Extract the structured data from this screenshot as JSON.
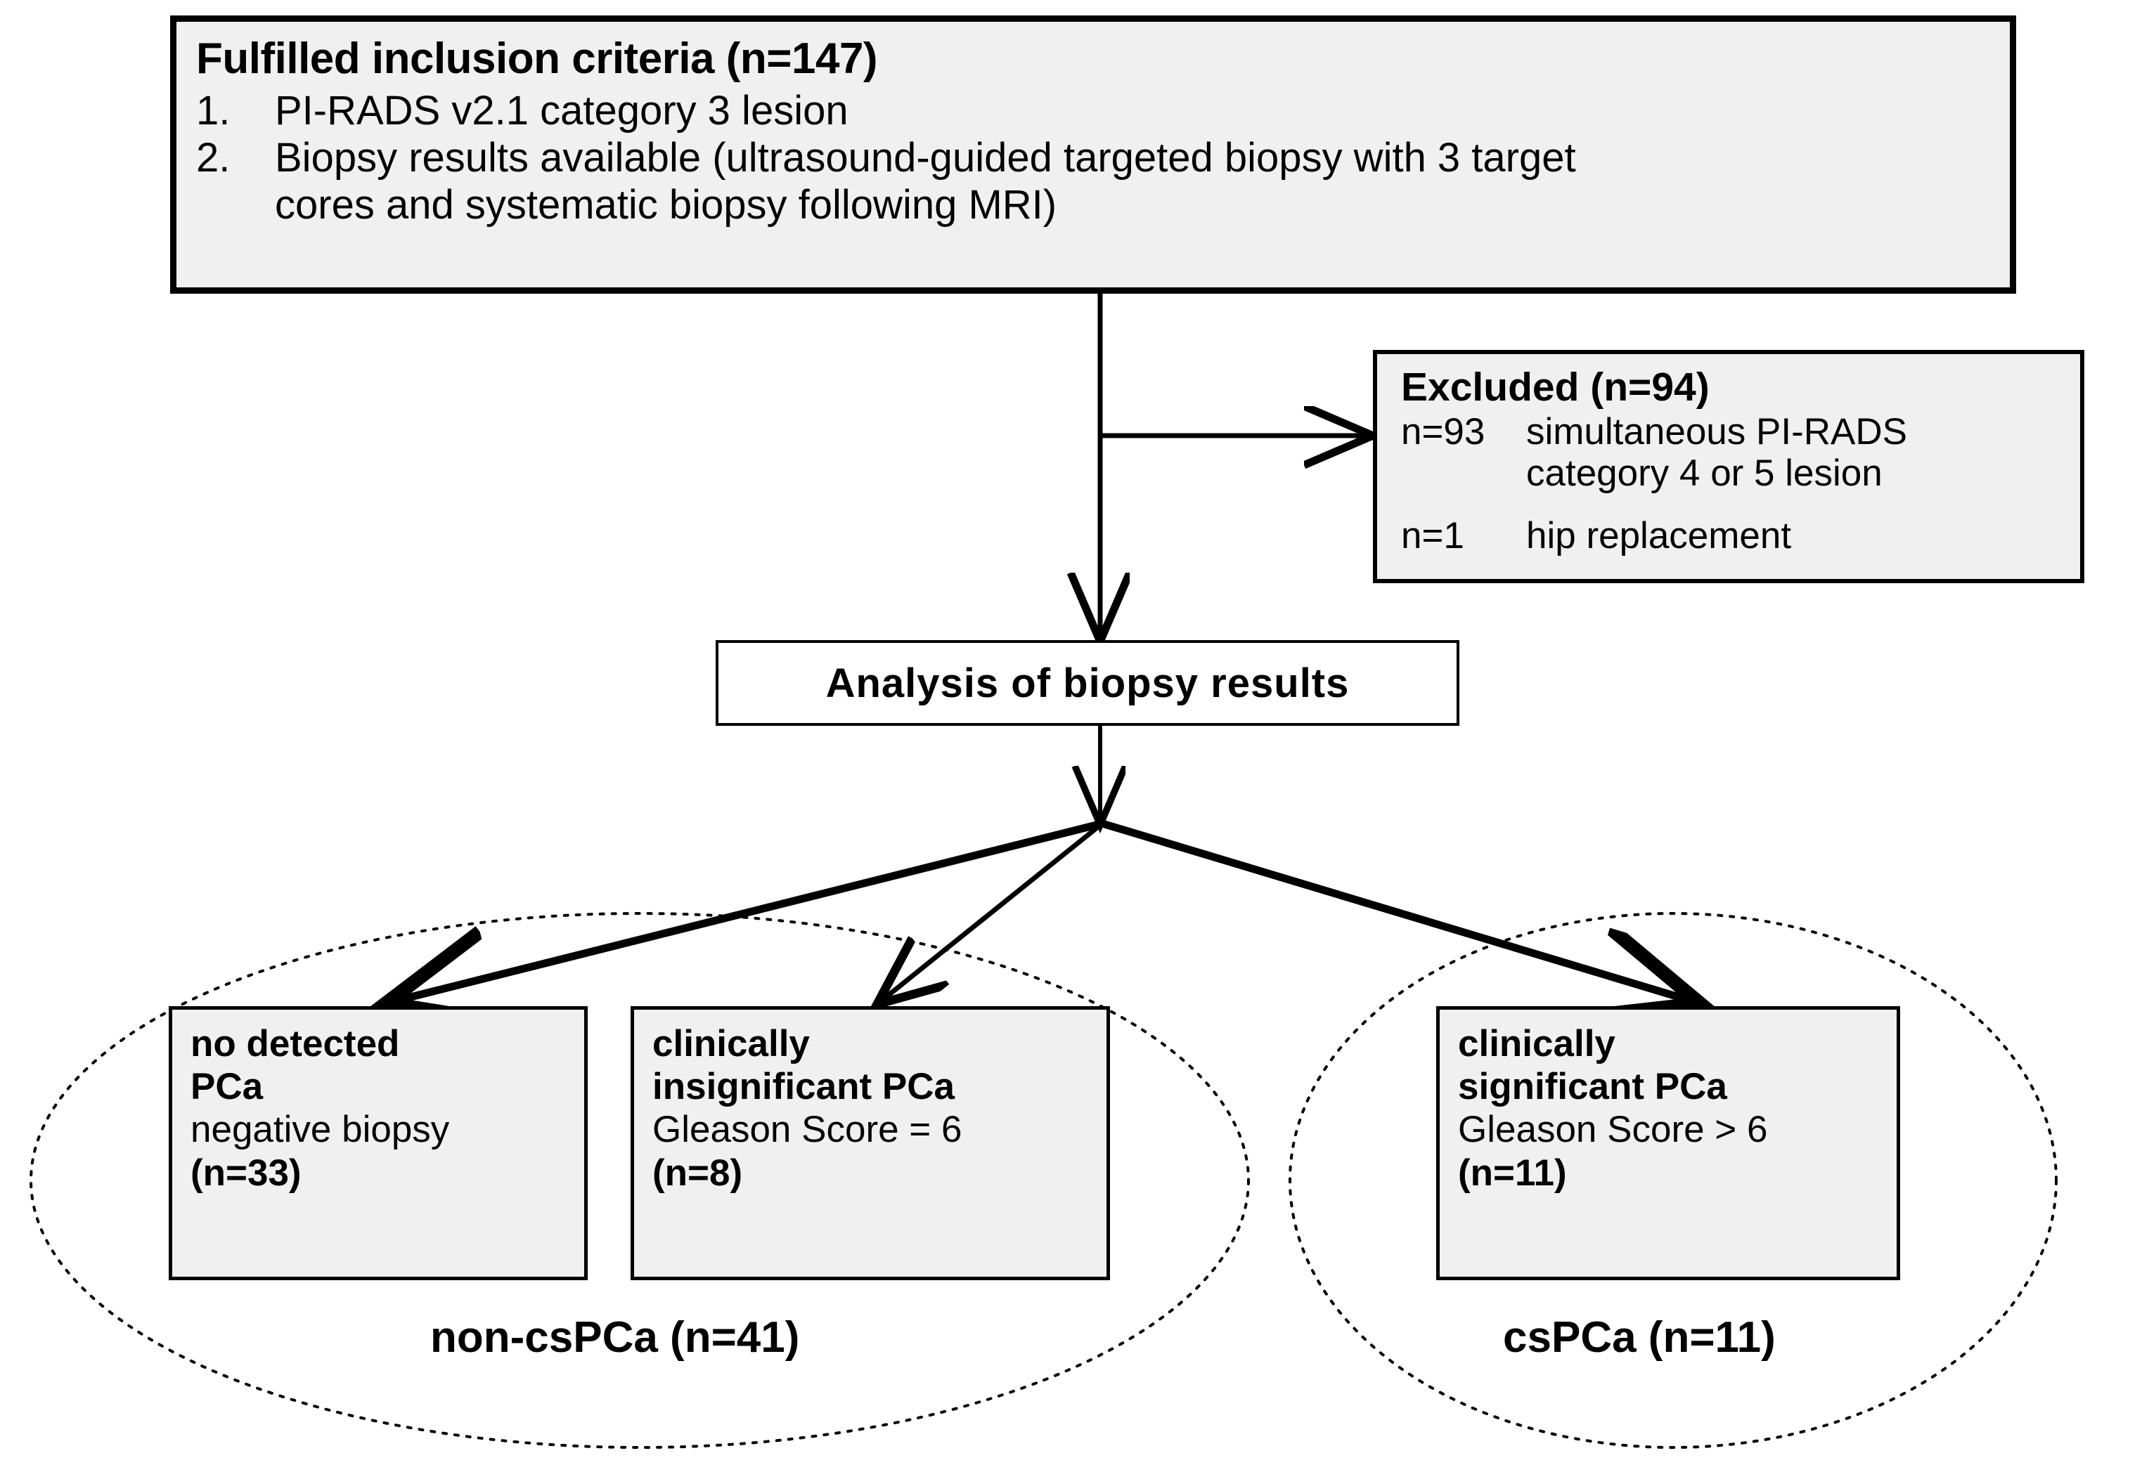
{
  "diagram": {
    "type": "study-flowchart",
    "inclusion": {
      "title": "Fulfilled inclusion criteria (n=147)",
      "criteria": [
        {
          "num": "1.",
          "text": "PI-RADS v2.1 category 3 lesion"
        },
        {
          "num": "2.",
          "text": "Biopsy results available (ultrasound-guided targeted biopsy with 3 target",
          "cont": "cores and systematic biopsy following MRI)"
        }
      ]
    },
    "excluded": {
      "title": "Excluded (n=94)",
      "reasons": [
        {
          "n": "n=93",
          "text": "simultaneous PI-RADS",
          "cont": "category 4 or 5 lesion"
        },
        {
          "n": "n=1",
          "text": "hip replacement",
          "cont": ""
        }
      ]
    },
    "analysis": {
      "label": "Analysis of biopsy results"
    },
    "outcomes": [
      {
        "id": "no-detected-pca",
        "lines": [
          {
            "t": "no detected",
            "bold": true
          },
          {
            "t": "PCa",
            "bold": true
          },
          {
            "t": "negative biopsy",
            "bold": false
          },
          {
            "t": "(n=33)",
            "bold": true
          }
        ]
      },
      {
        "id": "clinically-insignificant-pca",
        "lines": [
          {
            "t": "clinically",
            "bold": true
          },
          {
            "t": "insignificant PCa",
            "bold": true
          },
          {
            "t": "Gleason Score = 6",
            "bold": false
          },
          {
            "t": "(n=8)",
            "bold": true
          }
        ]
      },
      {
        "id": "clinically-significant-pca",
        "lines": [
          {
            "t": "clinically",
            "bold": true
          },
          {
            "t": "significant PCa",
            "bold": true
          },
          {
            "t": "Gleason Score > 6",
            "bold": false
          },
          {
            "t": "(n=11)",
            "bold": true
          }
        ]
      }
    ],
    "groups": [
      {
        "id": "non-cspca",
        "label": "non-csPCa (n=41)"
      },
      {
        "id": "cspca",
        "label": "csPCa (n=11)"
      }
    ],
    "colors": {
      "box_fill": "#f0f0f0",
      "box_fill_white": "#ffffff",
      "stroke": "#000000",
      "background": "#ffffff"
    }
  }
}
